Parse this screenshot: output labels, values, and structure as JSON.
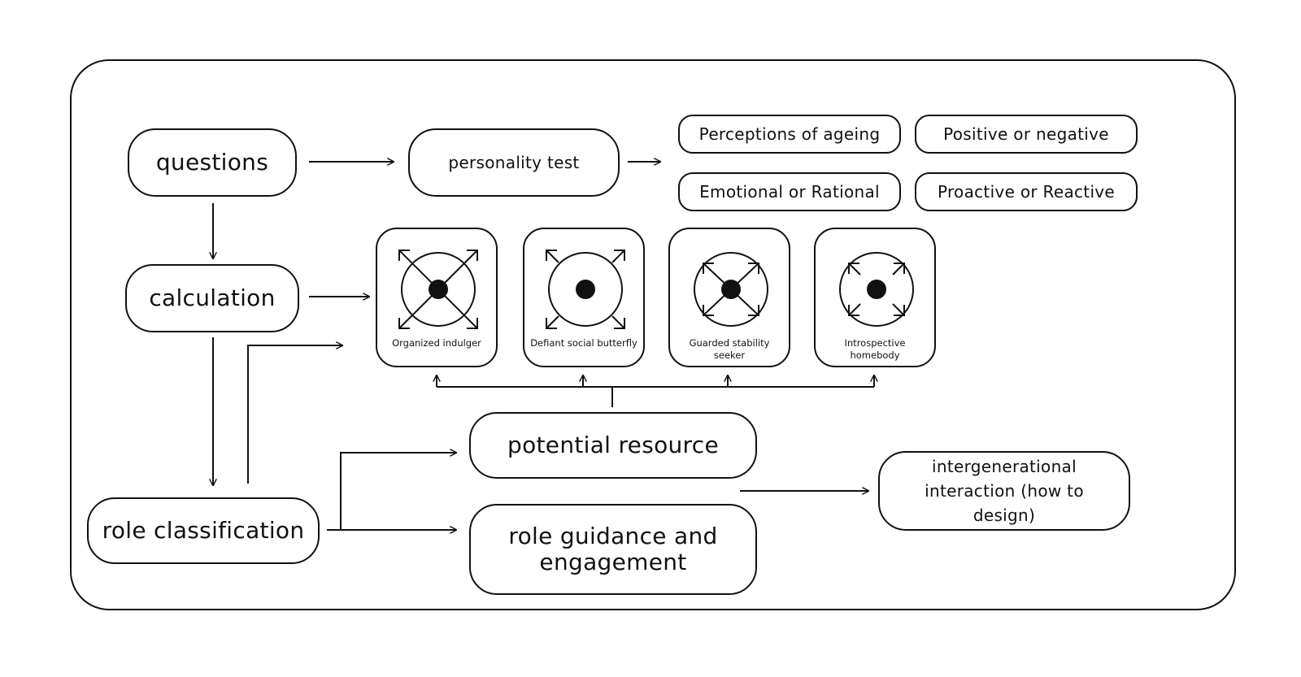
{
  "nodes": {
    "questions": "questions",
    "personality_test": "personality test",
    "calculation": "calculation",
    "role_classification": "role classification",
    "potential_resource": "potential resource",
    "role_guidance": "role guidance and engagement",
    "intergenerational": "intergenerational interaction (how to design)"
  },
  "dimensions": [
    "Perceptions of ageing",
    "Positive or negative",
    "Emotional or Rational",
    "Proactive or Reactive"
  ],
  "personality_types": [
    {
      "label": "Organized indulger",
      "icon": "arrows-diagonal-cross-icon"
    },
    {
      "label": "Defiant social butterfly",
      "icon": "arrows-outward-corners-icon"
    },
    {
      "label": "Guarded stability seeker",
      "icon": "arrows-inward-corners-icon"
    },
    {
      "label": "Introspective homebody",
      "icon": "arrows-split-icon"
    }
  ],
  "colors": {
    "stroke": "#111111",
    "background": "#ffffff"
  }
}
